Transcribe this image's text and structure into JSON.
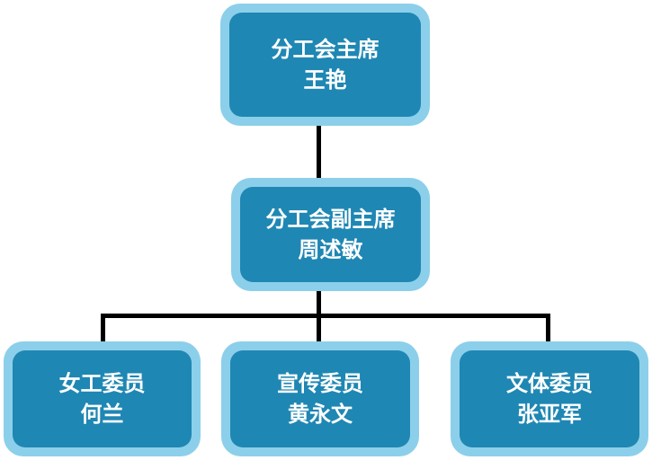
{
  "colors": {
    "node_outer": "#8ccfea",
    "node_inner": "#1f87b3",
    "text": "#ffffff",
    "connector": "#000000"
  },
  "org_chart": {
    "chair": {
      "title": "分工会主席",
      "name": "王艳"
    },
    "vice_chair": {
      "title": "分工会副主席",
      "name": "周述敏"
    },
    "members": [
      {
        "title": "女工委员",
        "name": "何兰"
      },
      {
        "title": "宣传委员",
        "name": "黄永文"
      },
      {
        "title": "文体委员",
        "name": "张亚军"
      }
    ]
  }
}
